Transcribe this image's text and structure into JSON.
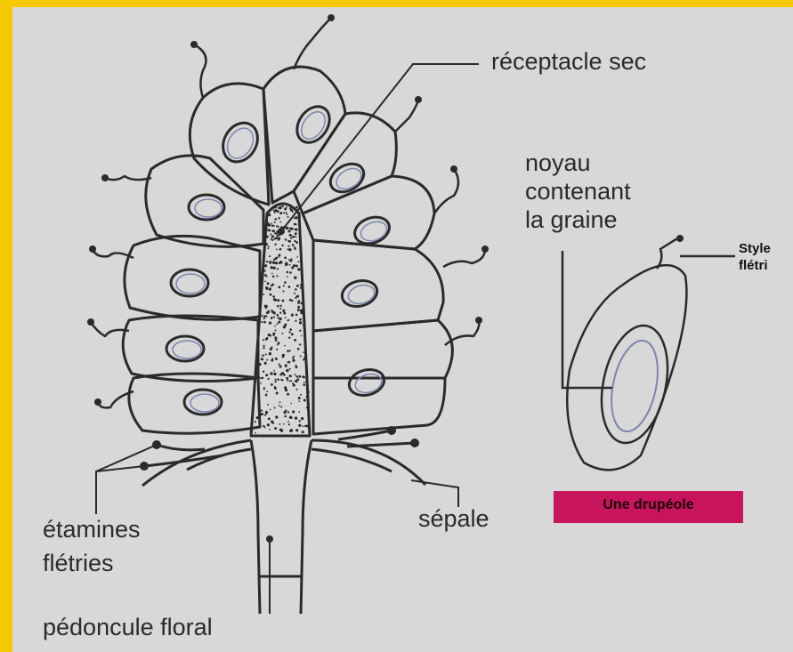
{
  "labels": {
    "receptacle": "réceptacle sec",
    "noyau_1": "noyau",
    "noyau_2": "contenant",
    "noyau_3": "la graine",
    "style_1": "Style",
    "style_2": "flétri",
    "sepale": "sépale",
    "etamines_1": "étamines",
    "etamines_2": "flétries",
    "pedoncule": "pédoncule floral"
  },
  "badge": "Une drupéole",
  "colors": {
    "frame_yellow": "#f7c900",
    "background": "#d8d8d8",
    "badge": "#c8145c",
    "ink": "#2a2a2a",
    "seed_outline": "#7a86b0"
  }
}
